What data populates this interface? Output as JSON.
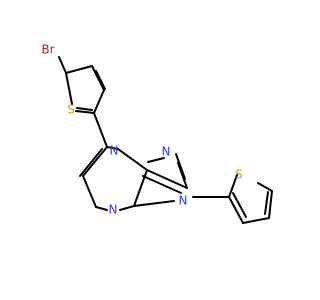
{
  "molecule": {
    "atoms": {
      "br": {
        "label": "Br",
        "color": "#a52a2a"
      },
      "s_bromothiophene": {
        "label": "S",
        "color": "#c9a600"
      },
      "s_thiophene": {
        "label": "S",
        "color": "#c9a600"
      },
      "n1": {
        "label": "N",
        "color": "#2f3cf0"
      },
      "n2": {
        "label": "N",
        "color": "#2f3cf0"
      },
      "n3": {
        "label": "N",
        "color": "#2f3cf0"
      },
      "n4": {
        "label": "N",
        "color": "#2f3cf0"
      }
    }
  }
}
